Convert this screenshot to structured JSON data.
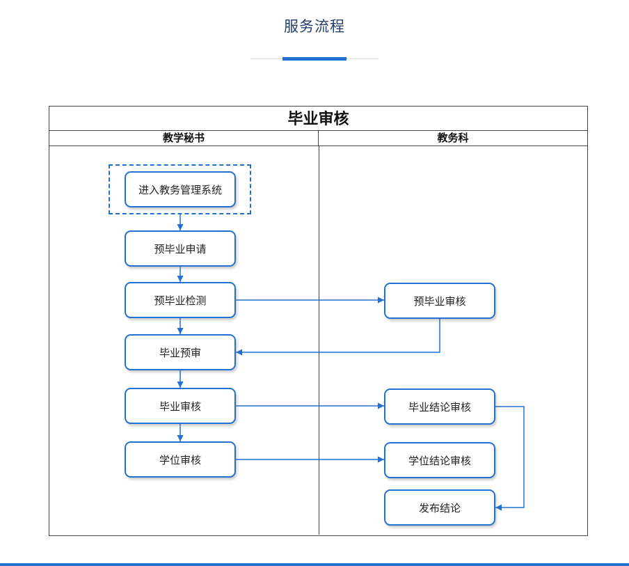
{
  "page": {
    "title": "服务流程"
  },
  "diagram": {
    "title": "毕业审核",
    "lanes": [
      {
        "label": "教学秘书"
      },
      {
        "label": "教务科"
      }
    ],
    "nodes": {
      "enter_system": "进入教务管理系统",
      "pre_grad_apply": "预毕业申请",
      "pre_grad_check": "预毕业检测",
      "grad_pre_review": "毕业预审",
      "grad_review": "毕业审核",
      "degree_review": "学位审核",
      "pre_grad_audit": "预毕业审核",
      "grad_conclusion_audit": "毕业结论审核",
      "degree_conclusion_audit": "学位结论审核",
      "publish_conclusion": "发布结论"
    },
    "colors": {
      "accent_blue": "#2170d2",
      "frame_border": "#444444",
      "title_text": "#25406a"
    }
  }
}
